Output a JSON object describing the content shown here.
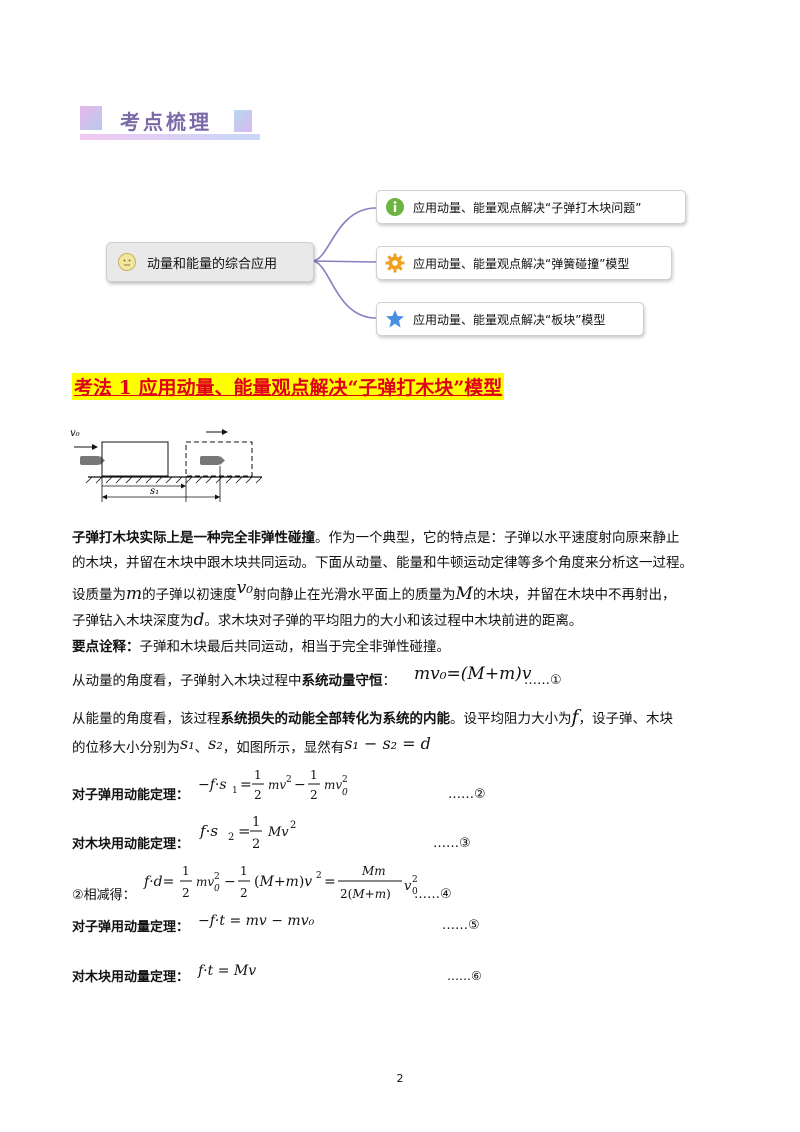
{
  "banner": {
    "title": "考点梳理"
  },
  "mindmap": {
    "root": "动量和能量的综合应用",
    "branches": [
      {
        "label": "应用动量、能量观点解决“子弹打木块问题”",
        "icon": "info-icon"
      },
      {
        "label": "应用动量、能量观点解决“弹簧碰撞”模型",
        "icon": "gear-icon"
      },
      {
        "label": "应用动量、能量观点解决“板块”模型",
        "icon": "star-icon"
      }
    ]
  },
  "section": {
    "title": "考法 1 应用动量、能量观点解决“子弹打木块”模型"
  },
  "diagram": {
    "v0_label": "v₀",
    "s1_label": "s₁"
  },
  "text": {
    "p1_bold": "子弹打木块实际上是一种完全非弹性碰撞",
    "p1_rest": "。作为一个典型，它的特点是：子弹以水平速度射向原来静止",
    "p1_line2": "的木块，并留在木块中跟木块共同运动。下面从动量、能量和牛顿运动定律等多个角度来分析这一过程。",
    "p2_a": "设质量为",
    "p2_m": "m",
    "p2_b": "的子弹以初速度",
    "p2_v0": "v₀",
    "p2_c": "射向静止在光滑水平面上的质量为",
    "p2_M": "M",
    "p2_d": "的木块，并留在木块中不再射出，",
    "p3_a": "子弹钻入木块深度为",
    "p3_d": "d",
    "p3_b": "。求木块对子弹的平均阻力的大小和该过程中木块前进的距离。",
    "p4_bold": "要点诠释：",
    "p4_rest": "子弹和木块最后共同运动，相当于完全非弹性碰撞。",
    "p5_a": "从动量的角度看，子弹射入木块过程中",
    "p5_bold": "系统动量守恒",
    "p5_colon": "：",
    "eq1": "mv₀=(M+m)v",
    "eq1_num": "……①",
    "p6_a": "从能量的角度看，该过程",
    "p6_bold": "系统损失的动能全部转化为系统的内能",
    "p6_b": "。设平均阻力大小为",
    "p6_f": "f",
    "p6_c": "，设子弹、木块",
    "p7_a": "的位移大小分别为",
    "p7_s1": "s₁",
    "p7_sep": "、",
    "p7_s2": "s₂",
    "p7_b": "，如图所示，显然有",
    "p7_eq": "s₁ − s₂ = d",
    "l2": "对子弹用动能定理：",
    "eq2_num": "……②",
    "l3": "对木块用动能定理：",
    "eq3_num": "……③",
    "l4": "②相减得：",
    "eq4_num": "……④",
    "l5": "对子弹用动量定理：",
    "eq5": "−f·t = mv − mv₀",
    "eq5_num": "……⑤",
    "l6": "对木块用动量定理：",
    "eq6": "f·t = Mv",
    "eq6_num": "……⑥"
  },
  "page_number": "2"
}
